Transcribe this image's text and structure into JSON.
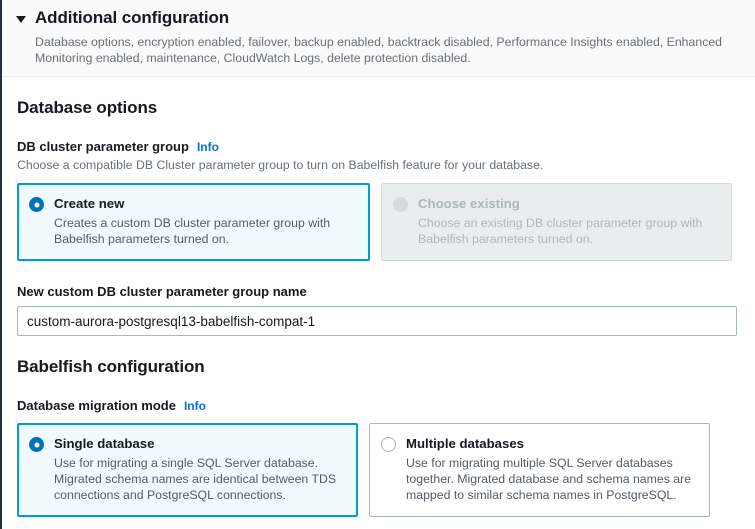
{
  "header": {
    "caret_icon": "caret-down-icon",
    "title": "Additional configuration",
    "description": "Database options, encryption enabled, failover, backup enabled, backtrack disabled, Performance Insights enabled, Enhanced Monitoring enabled, maintenance, CloudWatch Logs, delete protection disabled."
  },
  "database_options": {
    "section_title": "Database options",
    "field_label": "DB cluster parameter group",
    "info_label": "Info",
    "field_description": "Choose a compatible DB Cluster parameter group to turn on Babelfish feature for your database.",
    "options": [
      {
        "title": "Create new",
        "description": "Creates a custom DB cluster parameter group with Babelfish parameters turned on.",
        "selected": true,
        "disabled": false
      },
      {
        "title": "Choose existing",
        "description": "Choose an existing DB cluster parameter group with Babelfish parameters turned on.",
        "selected": false,
        "disabled": true
      }
    ],
    "input_label": "New custom DB cluster parameter group name",
    "input_value": "custom-aurora-postgresql13-babelfish-compat-1",
    "input_placeholder": ""
  },
  "babelfish_configuration": {
    "section_title": "Babelfish configuration",
    "field_label": "Database migration mode",
    "info_label": "Info",
    "options": [
      {
        "title": "Single database",
        "description": "Use for migrating a single SQL Server database. Migrated schema names are identical between TDS connections and PostgreSQL connections.",
        "selected": true,
        "disabled": false
      },
      {
        "title": "Multiple databases",
        "description": "Use for migrating multiple SQL Server databases together. Migrated database and schema names are mapped to similar schema names in PostgreSQL.",
        "selected": false,
        "disabled": false
      }
    ]
  },
  "colors": {
    "accent_blue": "#0073bb",
    "link_blue": "#0972d3",
    "selected_border": "#00a1c9",
    "selected_background": "#f1faff",
    "border_gray": "#aab7b8",
    "disabled_background": "#eaeded",
    "text_primary": "#16191f",
    "text_secondary": "#687078"
  }
}
